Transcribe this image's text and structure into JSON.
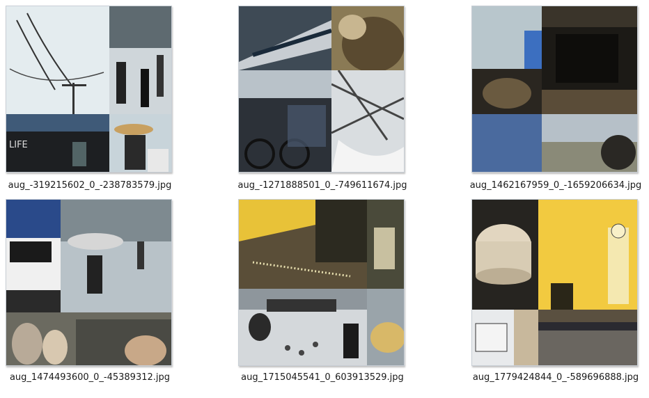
{
  "files": [
    {
      "name": "aug_-319215602_0_-238783579.jpg"
    },
    {
      "name": "aug_-1271888501_0_-749611674.jpg"
    },
    {
      "name": "aug_1462167959_0_-1659206634.jpg"
    },
    {
      "name": "aug_1474493600_0_-45389312.jpg"
    },
    {
      "name": "aug_1715045541_0_603913529.jpg"
    },
    {
      "name": "aug_1779424844_0_-589696888.jpg"
    }
  ]
}
